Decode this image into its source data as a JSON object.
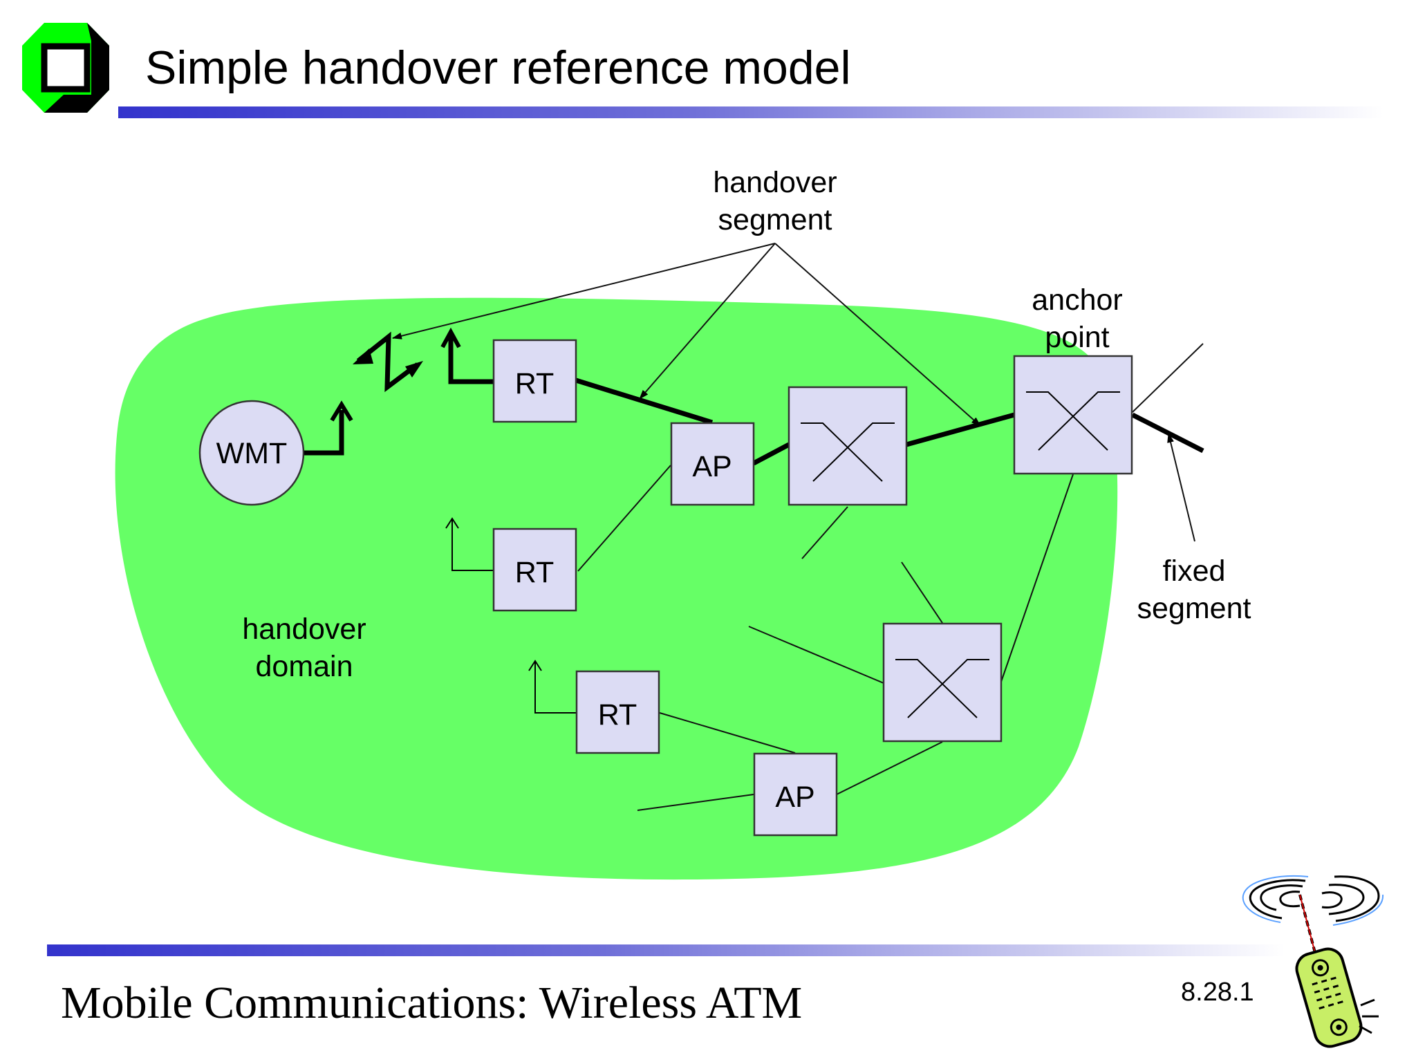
{
  "slide": {
    "title": "Simple handover reference model",
    "footer": "Mobile Communications: Wireless ATM",
    "page_number": "8.28.1"
  },
  "colors": {
    "domain_fill": "#66ff66",
    "node_fill": "#dcdcf4",
    "rule_start": "#3333cc",
    "logo_green": "#00ff00"
  },
  "icons": [
    "logo-icon",
    "mobile-phone-icon",
    "switch-icon",
    "antenna-icon"
  ],
  "diagram": {
    "labels": {
      "handover_segment_line1": "handover",
      "handover_segment_line2": "segment",
      "anchor_point_line1": "anchor",
      "anchor_point_line2": "point",
      "fixed_segment_line1": "fixed",
      "fixed_segment_line2": "segment",
      "handover_domain_line1": "handover",
      "handover_domain_line2": "domain"
    },
    "nodes": {
      "wmt": "WMT",
      "rt_top": "RT",
      "rt_middle": "RT",
      "rt_bottom": "RT",
      "ap_top": "AP",
      "ap_bottom": "AP"
    }
  }
}
